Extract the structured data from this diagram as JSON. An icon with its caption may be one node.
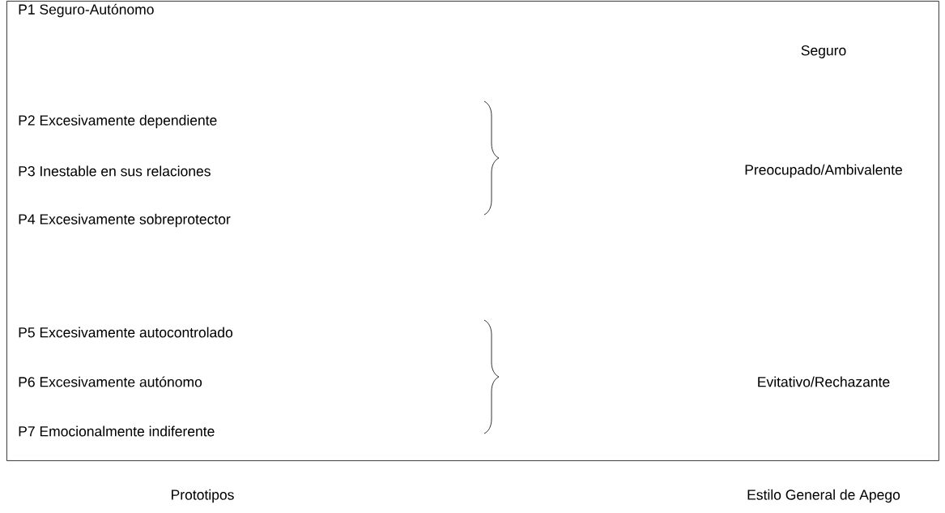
{
  "diagram": {
    "nodes": [
      {
        "text": [
          "P1 Seguro-Autónomo",
          "Seguro",
          "P2 Excesivamente dependiente",
          "P3 Inestable en sus relaciones",
          "Preocupado/Ambivalente",
          "P4 Excesivamente sobreprotector",
          "P5 Excesivamente autocontrolado",
          "P6 Excesivamente autónomo",
          "Evitativo/Rechazante",
          "P7 Emocionalmente indiferente"
        ]
      }
    ],
    "edges": [],
    "labels": [
      "Prototipos",
      "Estilo General de Apego"
    ]
  }
}
